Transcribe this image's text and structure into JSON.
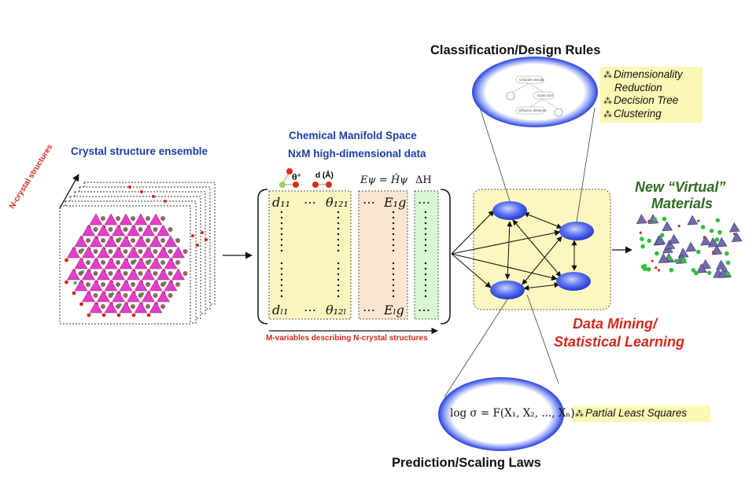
{
  "labels": {
    "crystal_ensemble": "Crystal structure ensemble",
    "n_crystal": "N-crystal structures",
    "manifold_line1": "Chemical Manifold Space",
    "manifold_line2": "NxM high-dimensional data",
    "m_variables": "M-variables describing N-crystal structures",
    "classification": "Classification/Design Rules",
    "prediction": "Prediction/Scaling Laws",
    "data_mining_line1": "Data Mining/",
    "data_mining_line2": "Statistical Learning",
    "new_materials_line1": "New “Virtual”",
    "new_materials_line2": "Materials"
  },
  "matrix": {
    "angle_label": "θ°",
    "distance_label": "d (Å)",
    "schrodinger": "Eψ = Ĥψ",
    "delta_h": "ΔH",
    "top_d": "d₁₁",
    "top_theta": "θ₁₂₁",
    "top_e": "E₁g",
    "bot_d": "dₗ₁",
    "bot_theta": "θ₁₂ₗ",
    "bot_e": "Eₗg",
    "hdots": "⋯"
  },
  "methods_top": [
    "Dimensionality",
    "Reduction",
    "Decision Tree",
    "Clustering"
  ],
  "methods_bottom": [
    "Partial Least Squares"
  ],
  "formula": "log σ = F(X₁, X₂, ..., Xₙ)",
  "tree_thumbnail": {
    "root": "Chloride density",
    "mid": "Grain size",
    "leaf": "Diffusion distance"
  },
  "colors": {
    "blue_heading": "#1a3fa8",
    "red_heading": "#d6281c",
    "green_heading": "#2e6b22",
    "d_column": "#fbf6bf",
    "e_column": "#fde6cf",
    "h_column": "#d9f7d3",
    "network_panel": "#fbf7be",
    "note_box": "#fbf7b4",
    "node_fill": "#3b55e6"
  }
}
